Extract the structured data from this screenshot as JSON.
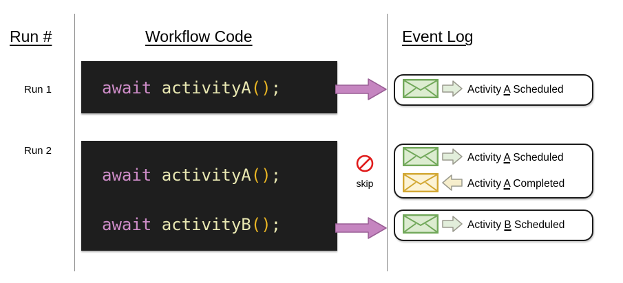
{
  "columns": {
    "run_header": "Run #",
    "code_header": "Workflow Code",
    "log_header": "Event Log"
  },
  "runs": [
    {
      "label": "Run 1"
    },
    {
      "label": "Run 2"
    }
  ],
  "code_blocks": [
    {
      "lines": [
        {
          "keyword": "await",
          "space": " ",
          "fn": "activityA",
          "paren": "()",
          "semi": ";"
        }
      ]
    },
    {
      "lines": [
        {
          "keyword": "await",
          "space": " ",
          "fn": "activityA",
          "paren": "()",
          "semi": ";"
        },
        {
          "keyword": "await",
          "space": " ",
          "fn": "activityB",
          "paren": "()",
          "semi": ";"
        }
      ]
    }
  ],
  "skip": {
    "label": "skip",
    "icon": "prohibition-icon",
    "color": "#e01b1b"
  },
  "log_boxes": [
    {
      "rows": [
        {
          "envelope": "green",
          "direction": "right",
          "prefix": "Activity ",
          "emphasis": "A",
          "suffix": " Scheduled"
        }
      ]
    },
    {
      "rows": [
        {
          "envelope": "green",
          "direction": "right",
          "prefix": "Activity ",
          "emphasis": "A",
          "suffix": " Scheduled"
        },
        {
          "envelope": "amber",
          "direction": "left",
          "prefix": "Activity ",
          "emphasis": "A",
          "suffix": " Completed"
        }
      ]
    },
    {
      "rows": [
        {
          "envelope": "green",
          "direction": "right",
          "prefix": "Activity ",
          "emphasis": "B",
          "suffix": " Scheduled"
        }
      ]
    }
  ],
  "colors": {
    "code_bg": "#1e1e1e",
    "keyword": "#cf8dc9",
    "function": "#e9e8b2",
    "paren": "#e7b424",
    "big_arrow_fill": "#c585c0",
    "big_arrow_stroke": "#9a5f96",
    "envelope_green_fill": "#dcecd0",
    "envelope_green_stroke": "#71a85a",
    "envelope_amber_fill": "#fcf3d6",
    "envelope_amber_stroke": "#d2a733",
    "arrow_green_fill": "#e2eedb",
    "arrow_amber_fill": "#f6eecc",
    "arrow_stroke": "#9a9a8e",
    "divider": "#8c8c8c",
    "text": "#000000"
  }
}
